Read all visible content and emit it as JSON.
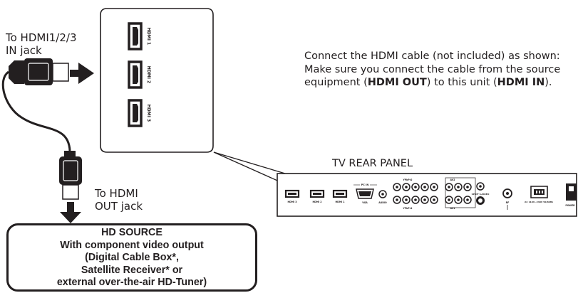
{
  "labels": {
    "to_hdmi_in": [
      "To HDMI1/2/3",
      "IN jack"
    ],
    "to_hdmi_out": [
      "To HDMI",
      "OUT jack"
    ],
    "tv_rear_panel": "TV REAR PANEL"
  },
  "instructions": {
    "line1": "Connect the HDMI cable (not included) as shown:",
    "line2_prefix": "Make sure you connect the cable from the source equipment (",
    "hdmi_out": "HDMI OUT",
    "line2_middle": ") to this unit (",
    "hdmi_in": "HDMI IN",
    "line2_suffix": ")."
  },
  "zoom_ports": [
    "HDMI 1",
    "HDMI 2",
    "HDMI 3"
  ],
  "source_box": {
    "lines": [
      "HD SOURCE",
      "With component video output",
      "(Digital Cable Box*,",
      "Satellite Receiver* or",
      "external over-the-air HD-Tuner)"
    ]
  },
  "rear_panel": {
    "hdmi_labels": [
      "HDMI 3",
      "HDMI 2",
      "HDMI 1"
    ],
    "pc_in": "PC IN",
    "vga": "VGA",
    "audio": "AUDIO",
    "ypbpr2": "YPbPr2",
    "ypbpr1": "YPbPr1",
    "av2": "AV2",
    "av1": "AV1",
    "svideo": "SPDIF S-VIDEO",
    "rf": "RF",
    "ac_in": "AC 110V~240V 50/60Hz",
    "power": "POWER"
  },
  "colors": {
    "ink": "#231f20",
    "background": "#ffffff"
  }
}
